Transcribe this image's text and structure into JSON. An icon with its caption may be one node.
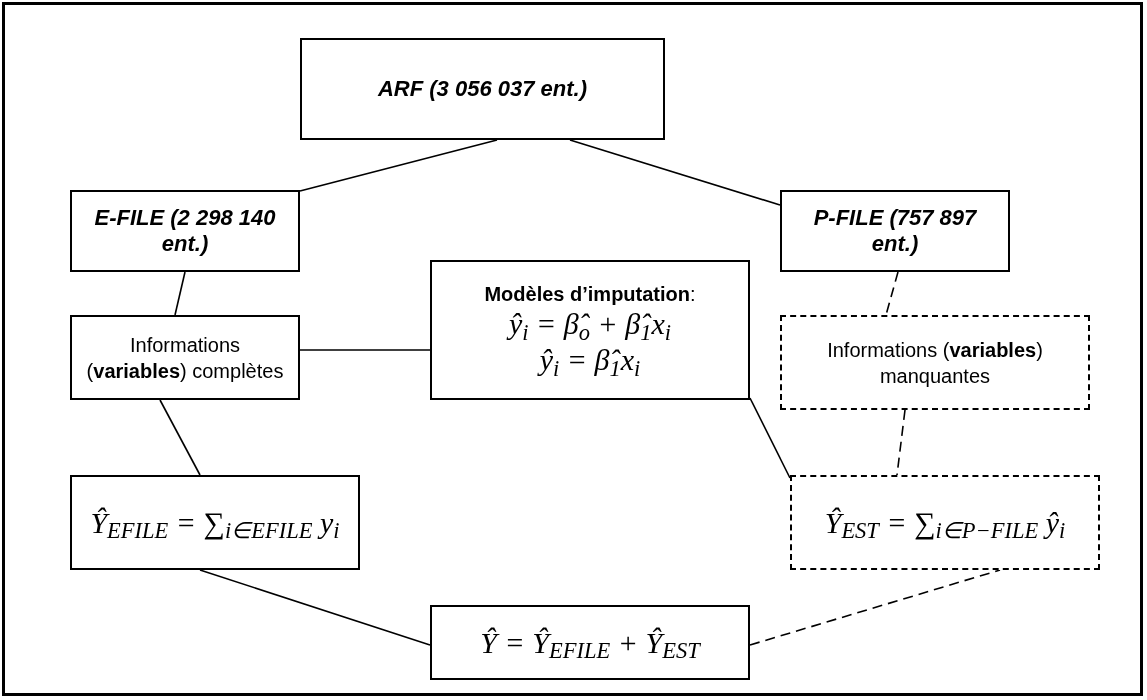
{
  "diagram": {
    "nodes": [
      {
        "text": [
          "ARF (3 056 037 ent.)"
        ]
      },
      {
        "text": [
          "E-FILE (2 298 140 ent.)"
        ]
      },
      {
        "text": [
          "P-FILE (757 897 ent.)"
        ]
      },
      {
        "text": [
          "Informations (**variables**) complètes"
        ]
      },
      {
        "text": [
          "**Modèles d’imputation**:",
          "ŷ$_{i}$ = β̂$_{o}$ + β̂$_{1}$x$_{i}$",
          "ŷ$_{i}$ = β̂$_{1}$x$_{i}$"
        ]
      },
      {
        "text": [
          "Informations (**variables**) manquantes"
        ]
      },
      {
        "text": [
          "Ŷ$_{EFILE}$ = ∑$_{i∈EFILE}$ y$_{i}$"
        ]
      },
      {
        "text": [
          "Ŷ$_{EST}$ = ∑$_{i∈P−FILE}$ ŷ$_{i}$"
        ]
      },
      {
        "text": [
          "Ŷ = Ŷ$_{EFILE}$ + Ŷ$_{EST}$"
        ]
      }
    ],
    "edges": [
      {
        "from": 0,
        "to": 1,
        "arrow": "none"
      },
      {
        "from": 0,
        "to": 2,
        "arrow": "none"
      },
      {
        "from": 1,
        "to": 3,
        "arrow": "none"
      },
      {
        "from": 3,
        "to": 4,
        "arrow": "none"
      },
      {
        "from": 2,
        "to": 5,
        "arrow": "none",
        "style": "dashed"
      },
      {
        "from": 4,
        "to": 7,
        "arrow": "none"
      },
      {
        "from": 5,
        "to": 7,
        "arrow": "none",
        "style": "dashed"
      },
      {
        "from": 3,
        "to": 6,
        "arrow": "none"
      },
      {
        "from": 6,
        "to": 8,
        "arrow": "none"
      },
      {
        "from": 8,
        "to": 7,
        "arrow": "none",
        "style": "dashed"
      }
    ]
  }
}
